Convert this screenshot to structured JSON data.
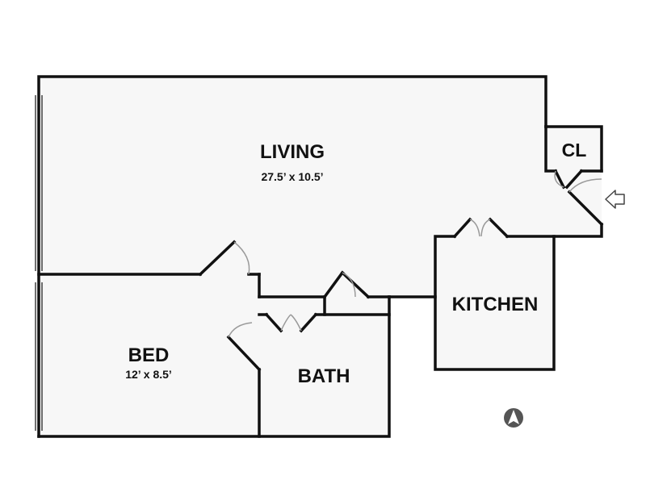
{
  "floorplan": {
    "rooms": [
      {
        "key": "living",
        "label": "LIVING",
        "dimensions": "27.5’ x 10.5’"
      },
      {
        "key": "closet",
        "label": "CL",
        "dimensions": ""
      },
      {
        "key": "kitchen",
        "label": "KITCHEN",
        "dimensions": ""
      },
      {
        "key": "bed",
        "label": "BED",
        "dimensions": "12’ x 8.5’"
      },
      {
        "key": "bath",
        "label": "BATH",
        "dimensions": ""
      }
    ],
    "icons": {
      "entry": "entry-arrow-icon",
      "compass": "north-compass-icon"
    },
    "colors": {
      "floor": "#f7f7f7",
      "wall": "#111111",
      "door_arc": "#9a9a9a",
      "compass": "#555555"
    }
  }
}
